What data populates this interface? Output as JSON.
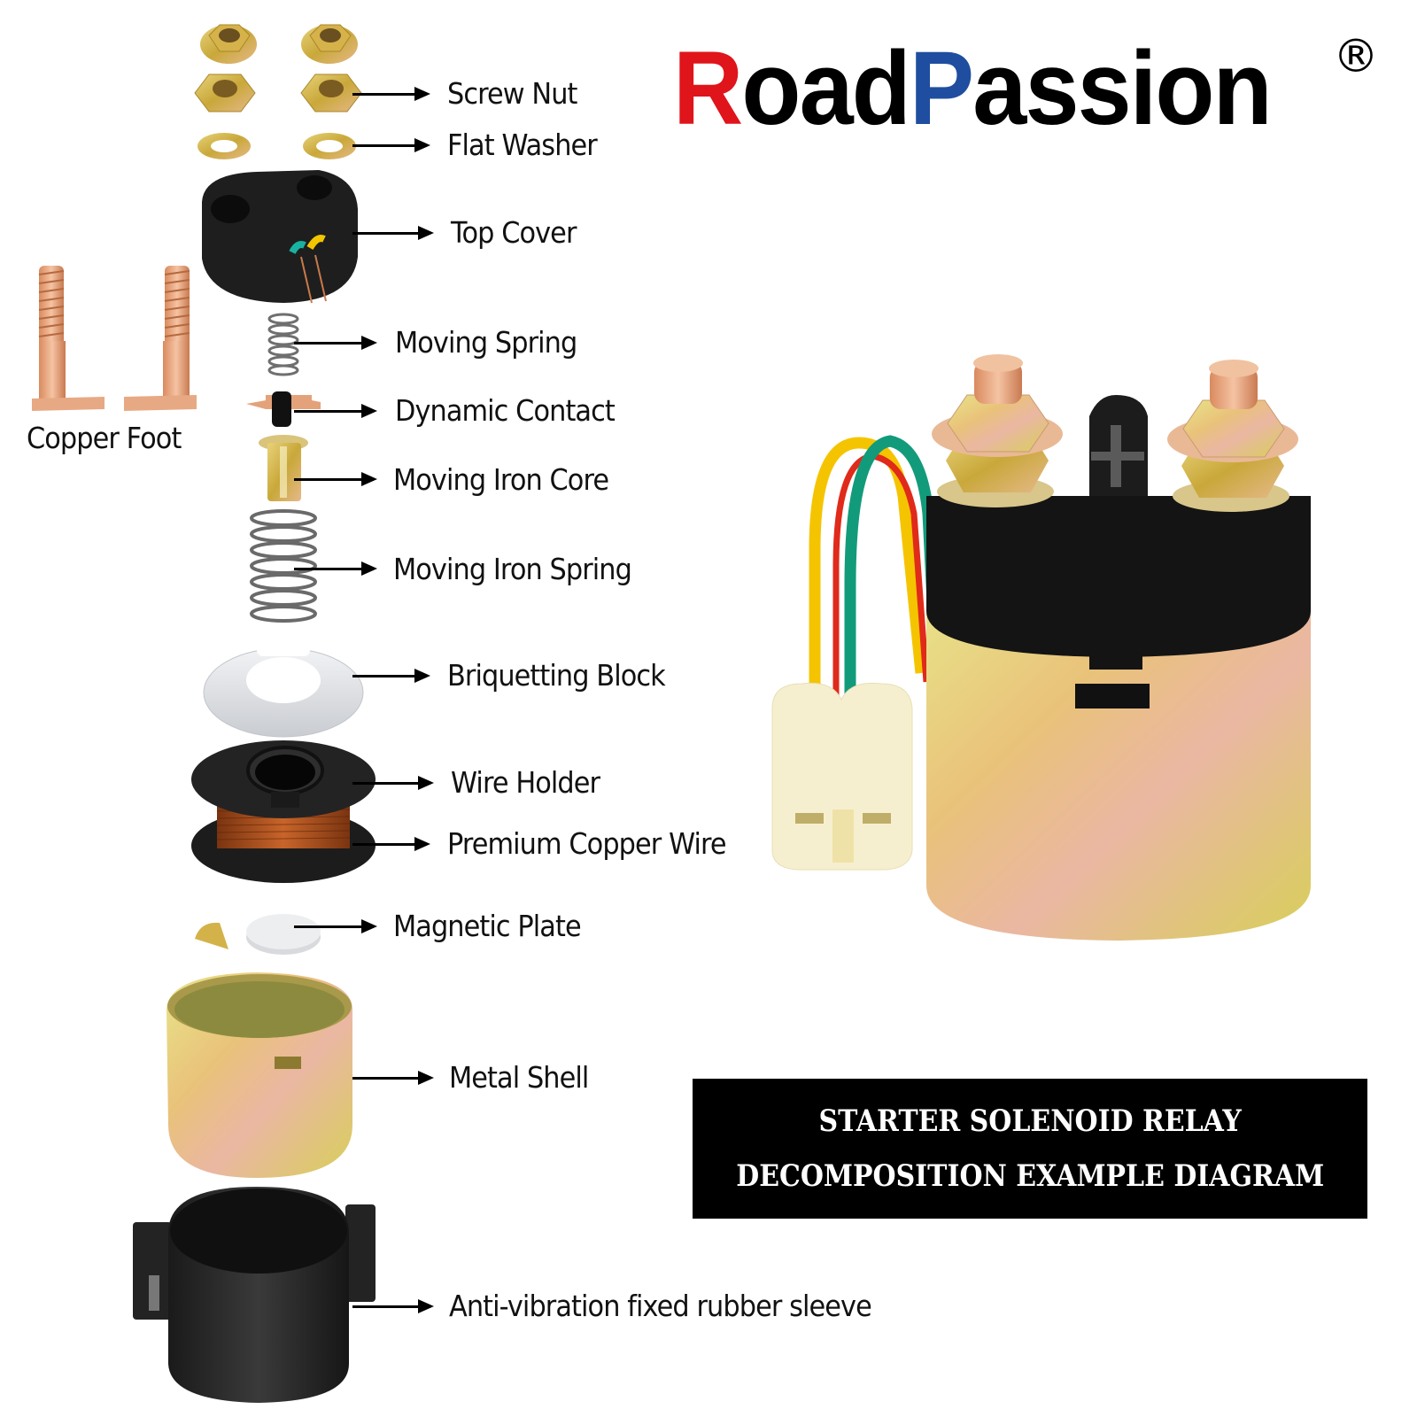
{
  "brand": {
    "name_first_letter": "R",
    "name_part1": "oad",
    "name_second_letter": "P",
    "name_part2": "assion",
    "registered_mark": "®",
    "colors": {
      "R": "#e0141b",
      "P": "#1f4ea0",
      "rest": "#000000"
    }
  },
  "title": {
    "line1": "STARTER SOLENOID RELAY",
    "line2": "DECOMPOSITION EXAMPLE DIAGRAM",
    "background": "#000000",
    "text_color": "#ffffff"
  },
  "parts": [
    {
      "id": "screw-nut",
      "label": "Screw Nut"
    },
    {
      "id": "flat-washer",
      "label": "Flat Washer"
    },
    {
      "id": "top-cover",
      "label": "Top Cover"
    },
    {
      "id": "moving-spring",
      "label": "Moving Spring"
    },
    {
      "id": "dynamic-contact",
      "label": "Dynamic Contact"
    },
    {
      "id": "moving-iron-core",
      "label": "Moving Iron Core"
    },
    {
      "id": "moving-iron-spring",
      "label": "Moving Iron Spring"
    },
    {
      "id": "briquetting-block",
      "label": "Briquetting Block"
    },
    {
      "id": "wire-holder",
      "label": "Wire Holder"
    },
    {
      "id": "premium-copper-wire",
      "label": "Premium Copper Wire"
    },
    {
      "id": "magnetic-plate",
      "label": "Magnetic Plate"
    },
    {
      "id": "metal-shell",
      "label": "Metal Shell"
    },
    {
      "id": "rubber-sleeve",
      "label": "Anti-vibration fixed rubber sleeve"
    }
  ],
  "side_part": {
    "id": "copper-foot",
    "label": "Copper Foot"
  },
  "assembled_product": {
    "name": "Starter solenoid relay",
    "wire_colors": [
      "#f5c400",
      "#e02a1a",
      "#129b7a"
    ]
  }
}
